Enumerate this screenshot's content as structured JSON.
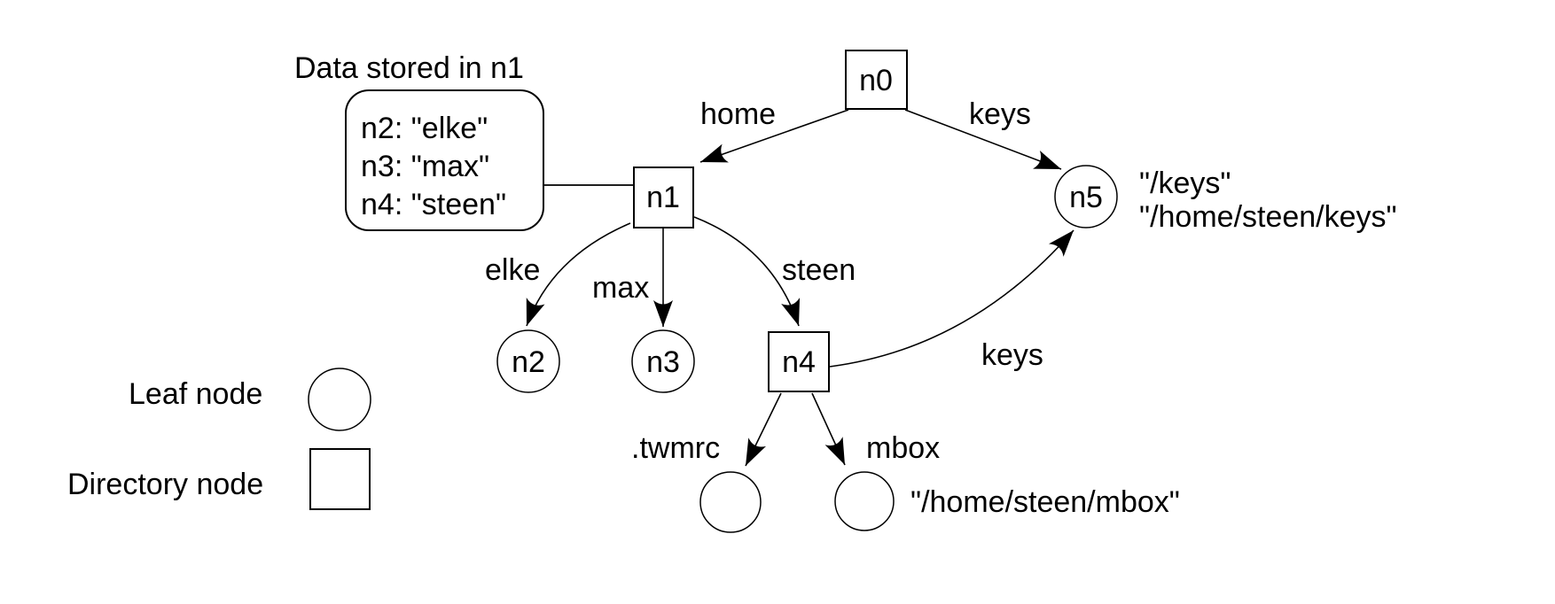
{
  "colors": {
    "ink": "#000000",
    "background": "#ffffff"
  },
  "data_box": {
    "title": "Data stored in n1",
    "entries": [
      "n2: \"elke\"",
      "n3: \"max\"",
      "n4: \"steen\""
    ]
  },
  "nodes": {
    "n0": {
      "label": "n0",
      "type": "directory"
    },
    "n1": {
      "label": "n1",
      "type": "directory"
    },
    "n2": {
      "label": "n2",
      "type": "leaf"
    },
    "n3": {
      "label": "n3",
      "type": "leaf"
    },
    "n4": {
      "label": "n4",
      "type": "directory"
    },
    "n5": {
      "label": "n5",
      "type": "leaf"
    },
    "twmrc_leaf": {
      "label": "",
      "type": "leaf"
    },
    "mbox_leaf": {
      "label": "",
      "type": "leaf"
    }
  },
  "edges": {
    "n0_n1": "home",
    "n0_n5": "keys",
    "n1_n2": "elke",
    "n1_n3": "max",
    "n1_n4": "steen",
    "n4_twmrc": ".twmrc",
    "n4_mbox": "mbox",
    "n4_n5": "keys"
  },
  "path_annotations": {
    "n5_line1": "\"/keys\"",
    "n5_line2": "\"/home/steen/keys\"",
    "mbox_path": "\"/home/steen/mbox\""
  },
  "legend": {
    "leaf": "Leaf node",
    "directory": "Directory node"
  }
}
